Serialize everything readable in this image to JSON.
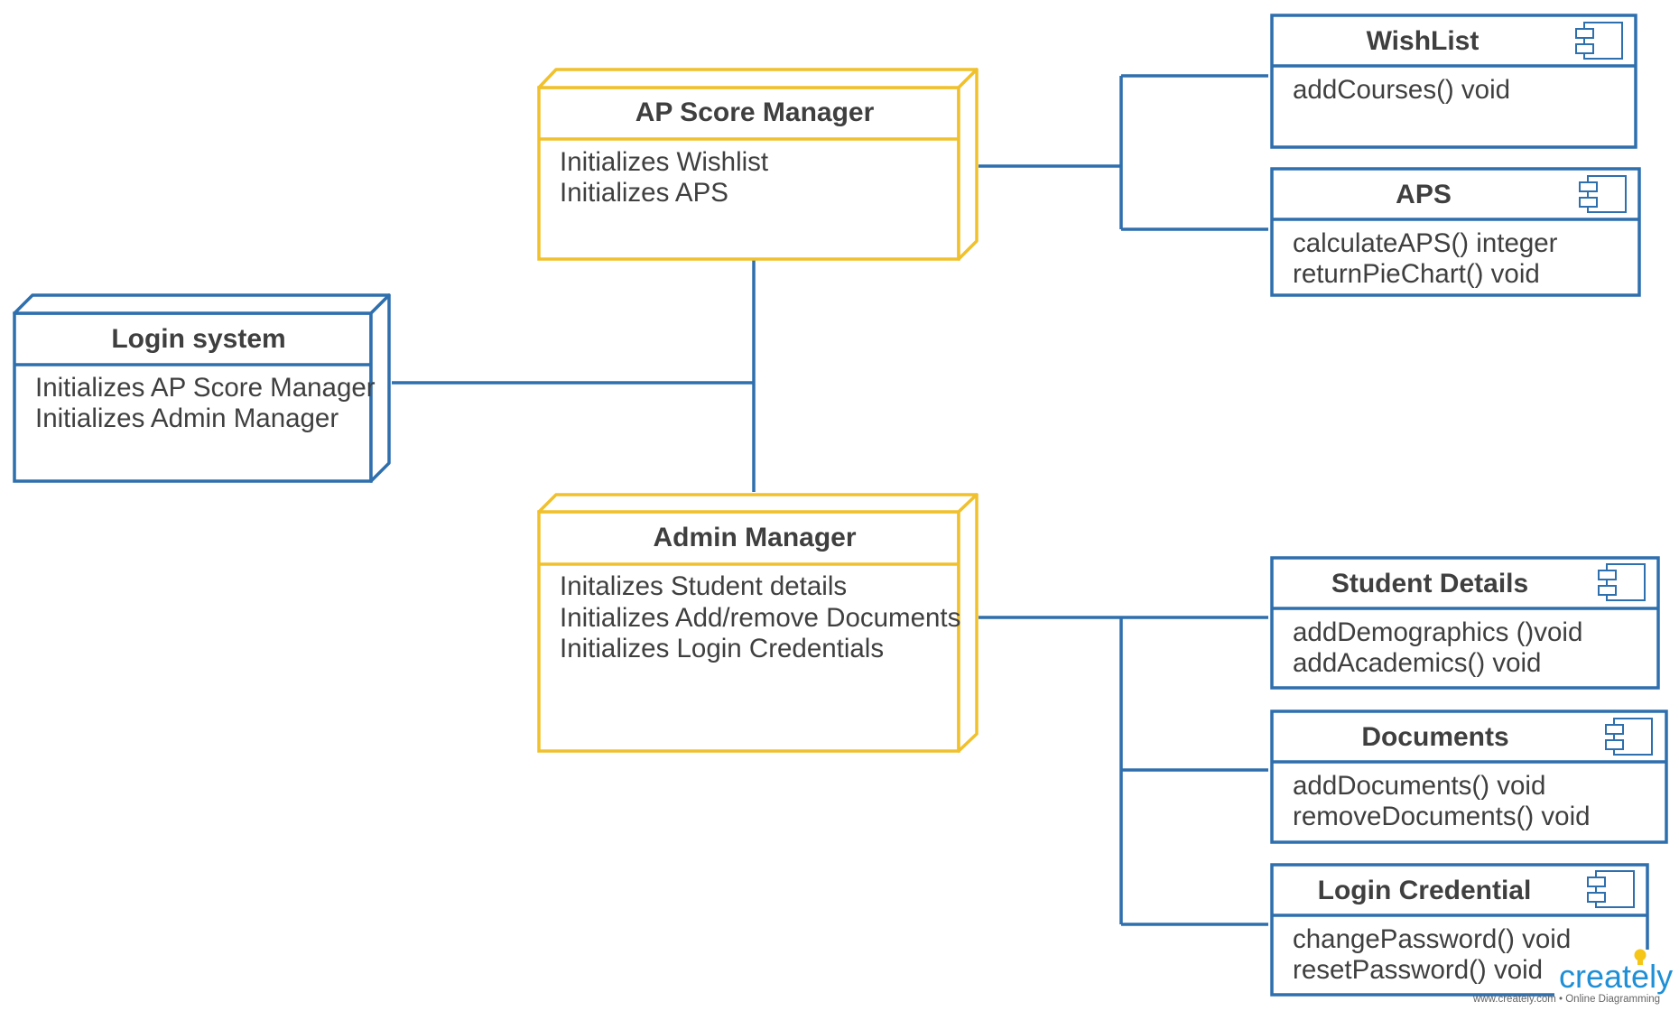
{
  "colors": {
    "blue_stroke": "#2e6fad",
    "yellow_stroke": "#f0c12c",
    "text": "#3f3f3f",
    "background": "#ffffff"
  },
  "nodes": {
    "ap_score_manager": {
      "title": "AP Score Manager",
      "lines": [
        "Initializes Wishlist",
        "Initializes APS"
      ]
    },
    "login_system": {
      "title": "Login system",
      "lines": [
        "Initializes AP Score Manager",
        "Initializes Admin Manager"
      ]
    },
    "admin_manager": {
      "title": "Admin Manager",
      "lines": [
        "Initalizes Student details",
        "Initializes Add/remove Documents",
        "Initializes Login Credentials"
      ]
    }
  },
  "components": {
    "wishlist": {
      "title": "WishList",
      "lines": [
        "addCourses() void"
      ],
      "icon": "component-icon"
    },
    "aps": {
      "title": "APS",
      "lines": [
        "calculateAPS() integer",
        "returnPieChart() void"
      ],
      "icon": "component-icon"
    },
    "student_details": {
      "title": "Student Details",
      "lines": [
        "addDemographics ()void",
        "addAcademics() void"
      ],
      "icon": "component-icon"
    },
    "documents": {
      "title": "Documents",
      "lines": [
        "addDocuments() void",
        "removeDocuments() void"
      ],
      "icon": "component-icon"
    },
    "login_credential": {
      "title": "Login Credential",
      "lines": [
        "changePassword() void",
        "resetPassword() void"
      ],
      "icon": "component-icon"
    }
  },
  "watermark": {
    "brand_prefix": "creat",
    "brand_suffix": "ly",
    "tagline": "www.creately.com • Online Diagramming",
    "icon": "lightbulb-icon"
  }
}
